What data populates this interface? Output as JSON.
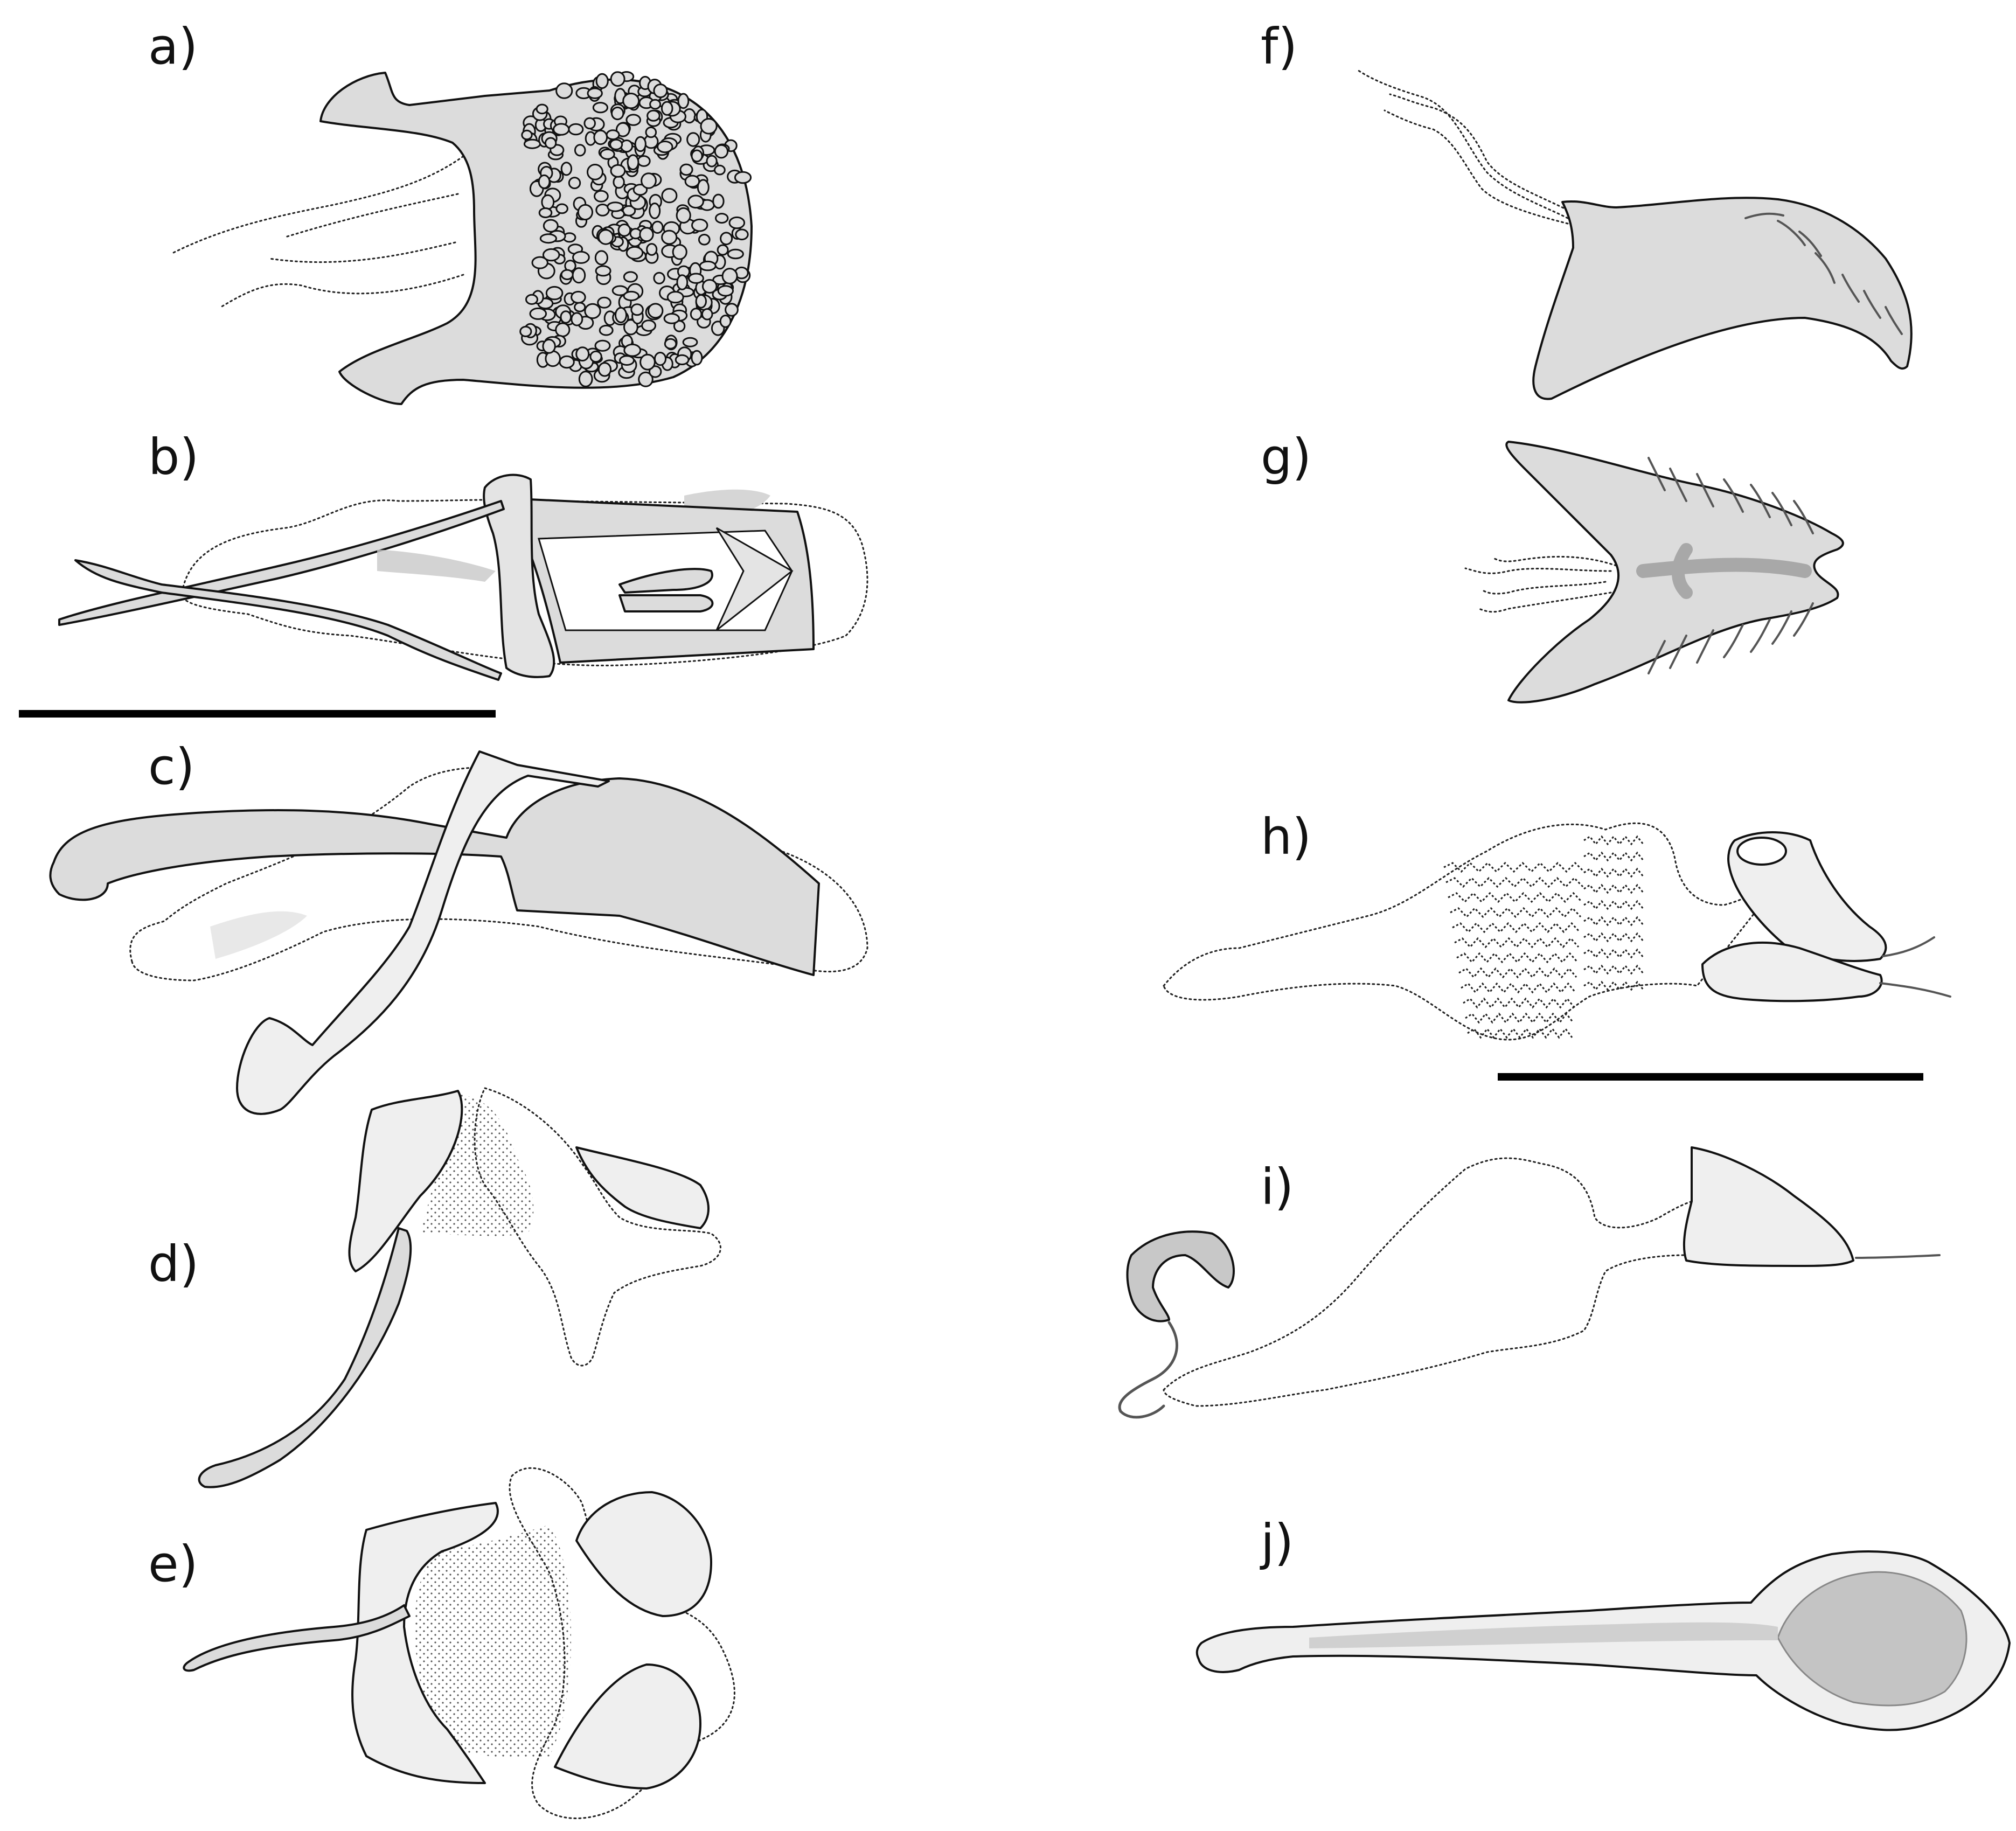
{
  "panels": [
    {
      "id": "a",
      "label": "a)"
    },
    {
      "id": "b",
      "label": "b)"
    },
    {
      "id": "c",
      "label": "c)"
    },
    {
      "id": "d",
      "label": "d)"
    },
    {
      "id": "e",
      "label": "e)"
    },
    {
      "id": "f",
      "label": "f)"
    },
    {
      "id": "g",
      "label": "g)"
    },
    {
      "id": "h",
      "label": "h)"
    },
    {
      "id": "i",
      "label": "i)"
    },
    {
      "id": "j",
      "label": "j)"
    }
  ],
  "colors": {
    "structure_fill": "#dcdcdc",
    "light_fill": "#efefef",
    "mid_fill": "#c8c8c8",
    "outline": "#111111",
    "background": "#ffffff"
  }
}
